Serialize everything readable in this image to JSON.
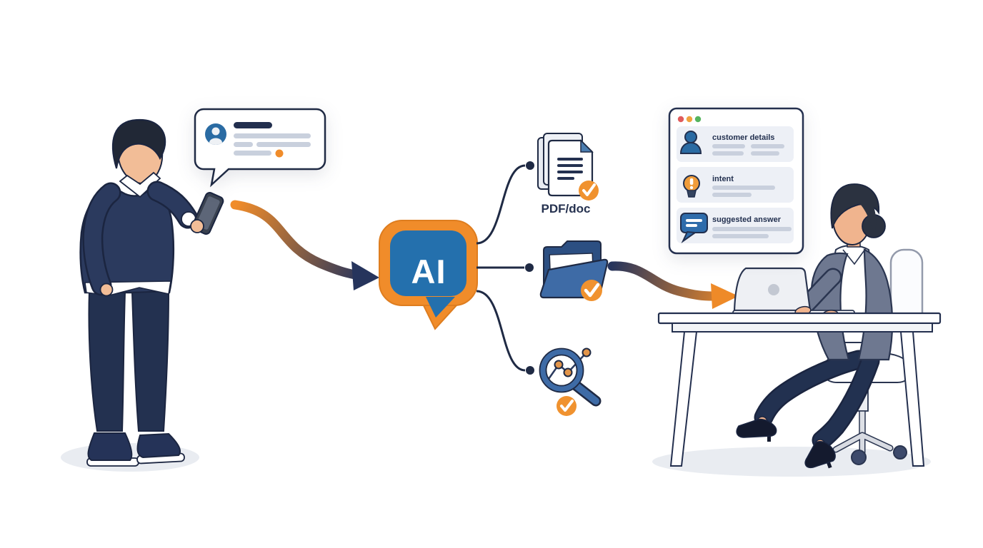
{
  "colors": {
    "navy_outline": "#1f2a44",
    "navy_clothing": "#2b3a5e",
    "blue_primary": "#2a6ba3",
    "blue_deep": "#2470ad",
    "orange_accent": "#f08c2a",
    "bar_gray": "#c9d0dd",
    "card_bg": "#edf0f6",
    "shadow_gray": "#e9ecf1",
    "blazer_gray": "#6e7890",
    "skin": "#f2bd97"
  },
  "left_scene": {
    "figure": "man-holding-phone",
    "chat_bubble": {
      "icon": "user-avatar-icon",
      "placeholder_bars": 4,
      "accent_dot_color": "#f08c2a"
    }
  },
  "ai_node": {
    "label": "AI",
    "icon": "ai-speech-bubble-icon"
  },
  "flow": {
    "arrow_in": "phone-to-ai-arrow",
    "arrow_out": "ai-outputs-to-laptop-arrow",
    "branches": [
      {
        "icon": "documents-stack-icon",
        "label": "PDF/doc",
        "checked": true
      },
      {
        "icon": "open-folder-icon",
        "label": "",
        "checked": true
      },
      {
        "icon": "chart-magnifier-icon",
        "label": "",
        "checked": true
      }
    ]
  },
  "result_panel": {
    "window_dots": [
      "#e05c5c",
      "#f0a340",
      "#55b45e"
    ],
    "cards": [
      {
        "icon": "customer-avatar-icon",
        "label": "customer details",
        "bars": 4
      },
      {
        "icon": "lightbulb-icon",
        "label": "intent",
        "bars": 2
      },
      {
        "icon": "chat-message-icon",
        "label": "suggested answer",
        "bars": 2
      }
    ]
  },
  "right_scene": {
    "figure": "woman-at-desk-with-laptop"
  }
}
